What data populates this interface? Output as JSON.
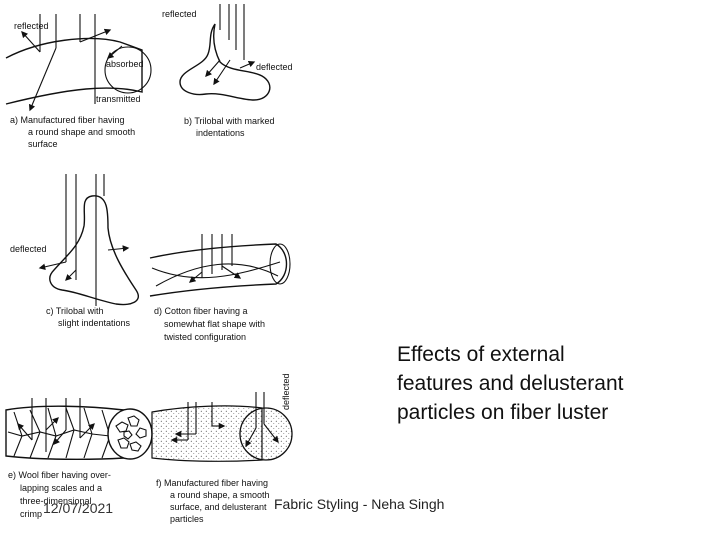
{
  "slide": {
    "caption_lines": [
      "Effects of external",
      "features and delusterant",
      "particles on fiber luster"
    ],
    "footer_date": "12/07/2021",
    "footer_text": "Fabric Styling - Neha Singh"
  },
  "figure": {
    "panel_a": {
      "labels": [
        "reflected",
        "absorbed",
        "transmitted"
      ],
      "caption": [
        "a) Manufactured fiber having",
        "a round shape and smooth",
        "surface"
      ]
    },
    "panel_b": {
      "labels": [
        "reflected",
        "deflected"
      ],
      "caption": [
        "b) Trilobal with marked",
        "indentations"
      ]
    },
    "panel_c": {
      "labels": [
        "deflected"
      ],
      "caption": [
        "c) Trilobal with",
        "slight indentations"
      ]
    },
    "panel_d": {
      "caption": [
        "d) Cotton fiber having a",
        "somewhat flat shape with",
        "twisted configuration"
      ]
    },
    "panel_e": {
      "caption": [
        "e) Wool fiber having over-",
        "lapping scales and a",
        "three-dimensional",
        "crimp"
      ]
    },
    "panel_f": {
      "labels": [
        "deflected"
      ],
      "caption": [
        "f) Manufactured fiber having",
        "a round shape, a smooth",
        "surface, and delusterant",
        "particles"
      ]
    }
  }
}
